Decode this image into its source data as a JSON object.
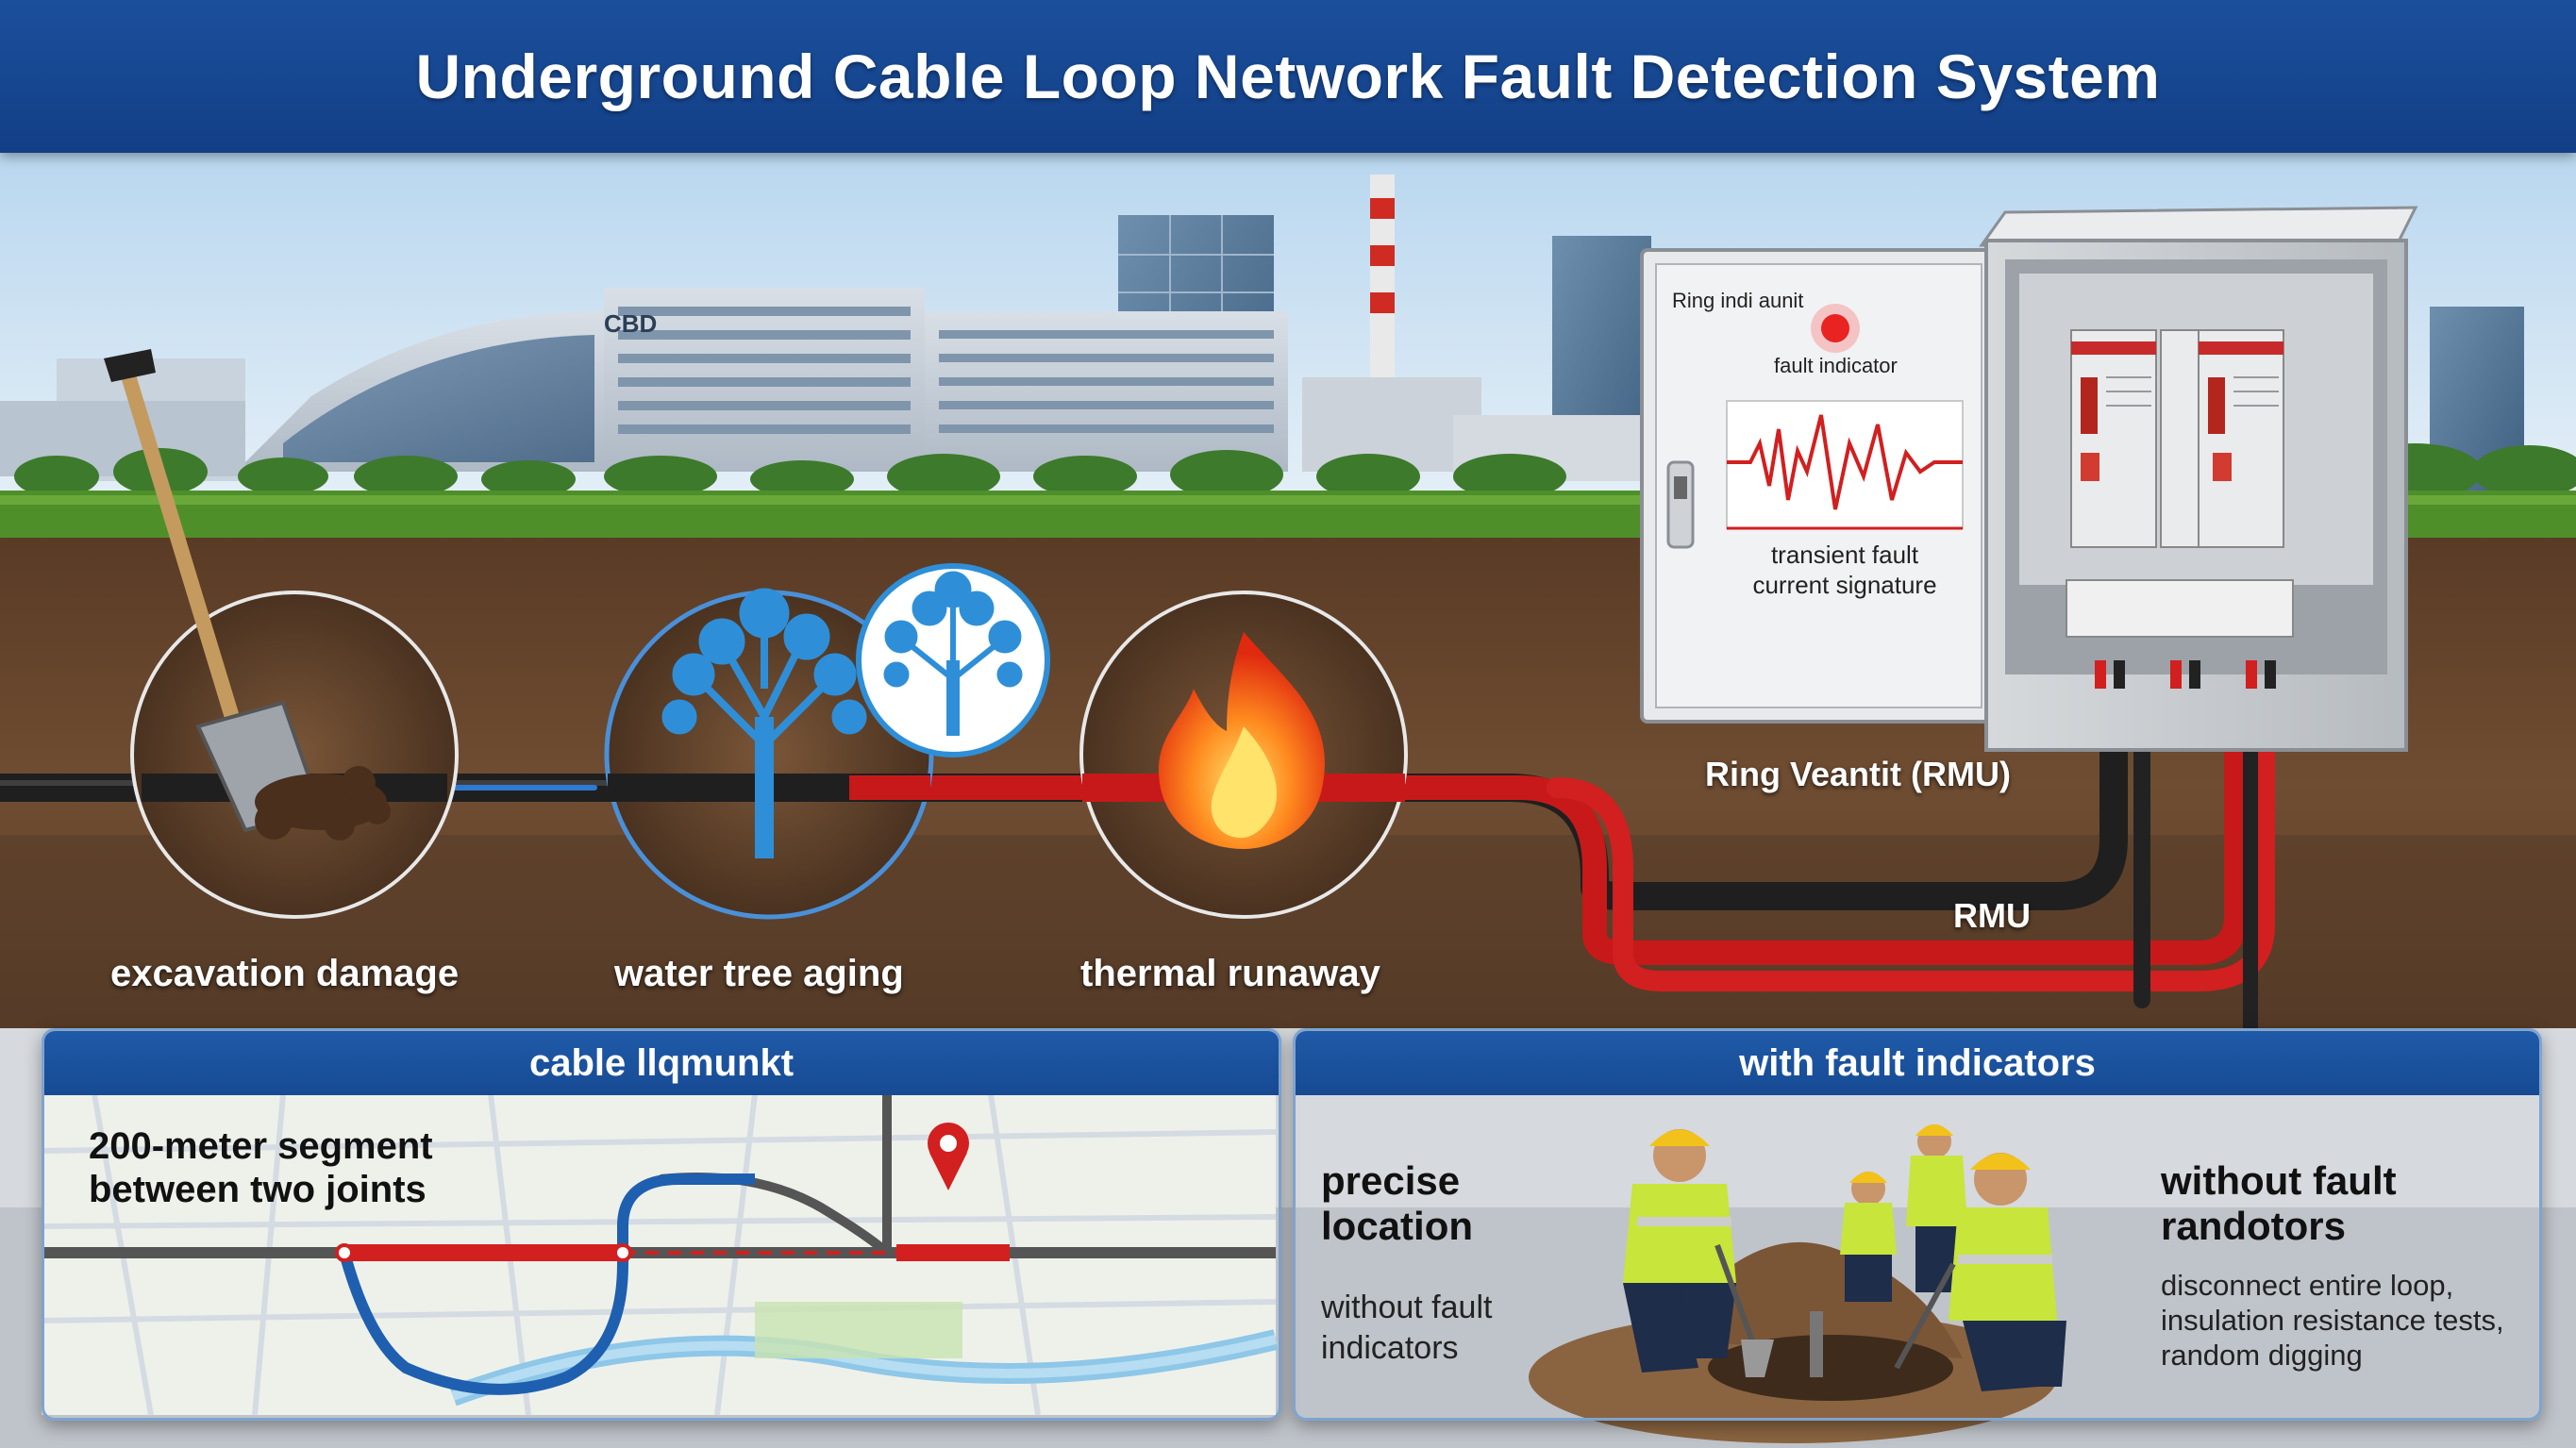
{
  "title": "Underground Cable Loop Network Fault Detection System",
  "skyline": {
    "building_sign": "CBD"
  },
  "fault_circles": [
    {
      "label": "excavation damage"
    },
    {
      "label": "water tree aging"
    },
    {
      "label": "thermal runaway"
    }
  ],
  "indicator_panel": {
    "header": "Ring indi aunit",
    "fault_indicator": "fault indicator",
    "signature_line1": "transient fault",
    "signature_line2": "current signature"
  },
  "cabinet_labels": {
    "rmu_caption": "Ring Veantit (RMU)",
    "rmu_short": "RMU"
  },
  "map_panel": {
    "header": "cable llqmunkt",
    "segment_line1": "200-meter segment",
    "segment_line2": "between two joints"
  },
  "indicator_compare": {
    "header": "with fault indicators",
    "left_title_line1": "precise",
    "left_title_line2": "location",
    "left_sub_line1": "without fault",
    "left_sub_line2": "indicators",
    "right_title_line1": "without fault",
    "right_title_line2": "randotors",
    "right_sub_line1": "disconnect entire loop,",
    "right_sub_line2": "insulation resistance tests,",
    "right_sub_line3": "random digging"
  },
  "colors": {
    "title_blue": "#1b4f9c",
    "cable_red": "#d21f1f",
    "cable_black": "#2a2a2a",
    "soil": "#6b4a30",
    "grass": "#4f8f2a",
    "water_tree": "#2e8fd8"
  },
  "icons": [
    "shovel-icon",
    "tree-icon",
    "flame-icon",
    "location-pin-icon",
    "worker-icon"
  ]
}
